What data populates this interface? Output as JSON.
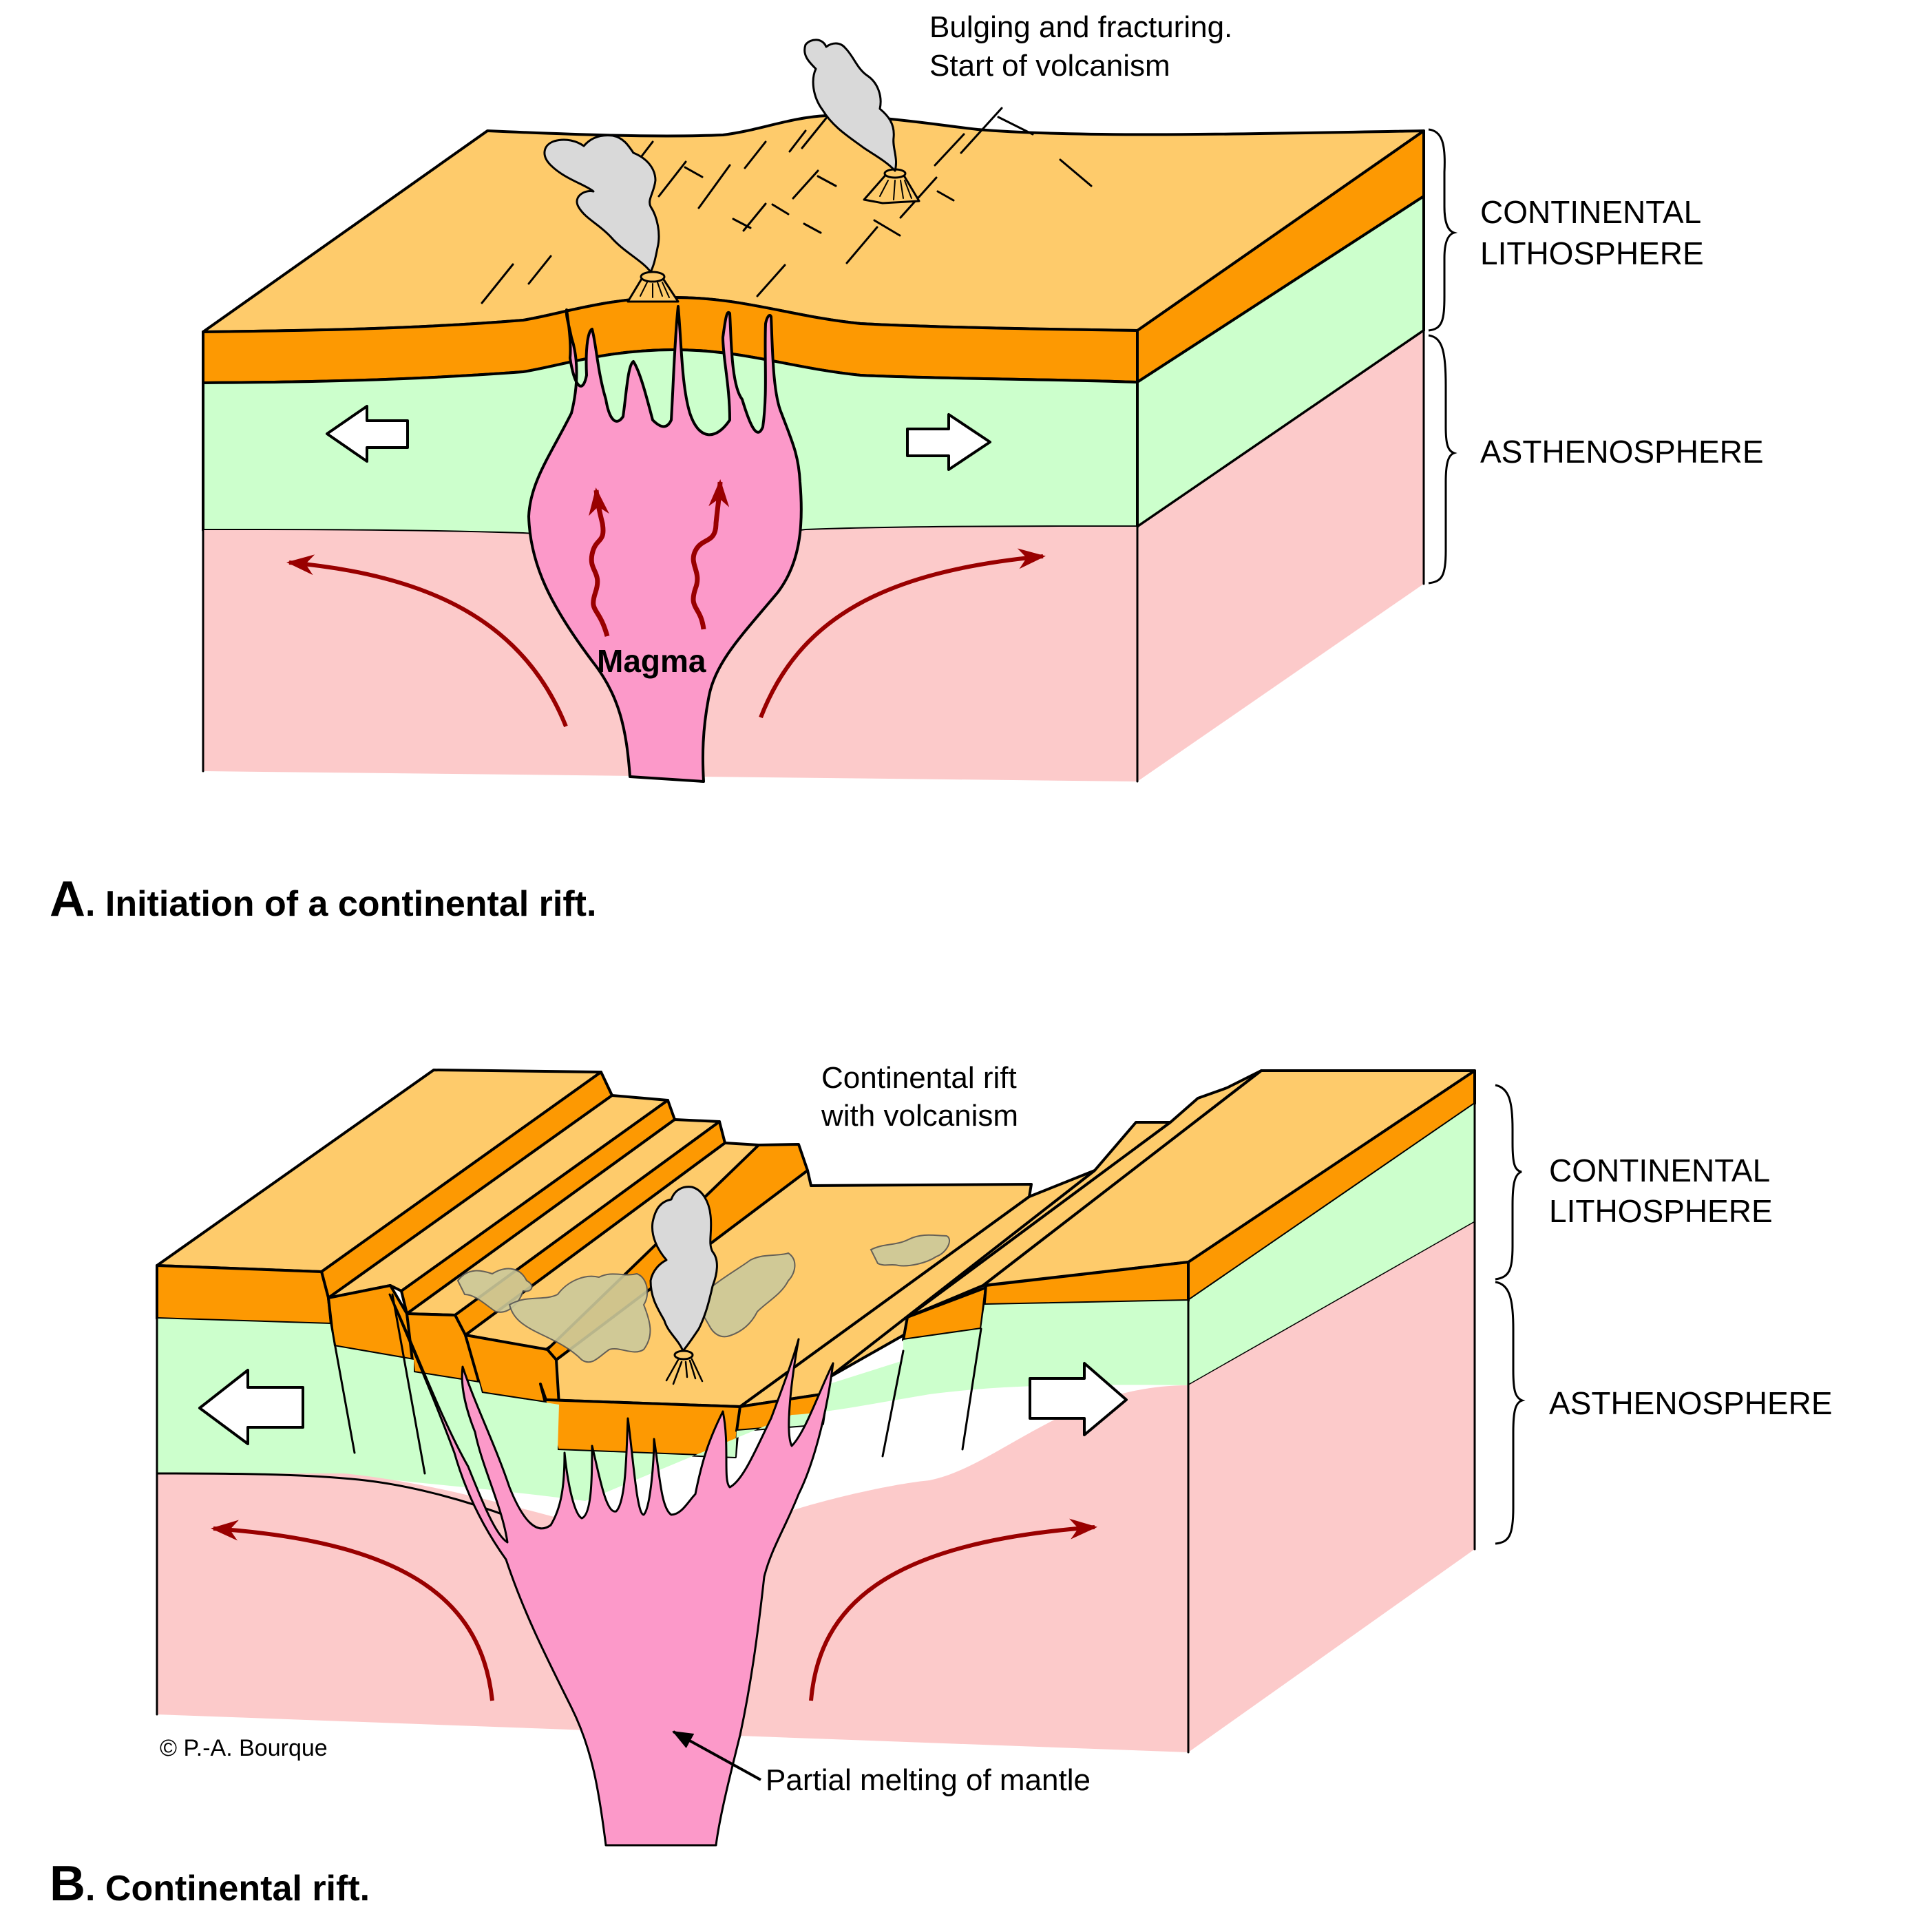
{
  "colors": {
    "upper_crust_top": "#FECB6B",
    "upper_crust_side": "#FD9902",
    "lithosphere_mantle": "#CCFFCC",
    "asthenosphere": "#FCCACA",
    "magma": "#FC99C9",
    "ash_cloud": "#D9D9D9",
    "lava_flow": "#CCC99B",
    "convection_arrow": "#990000",
    "extension_arrow_fill": "#FFFFFF"
  },
  "panel_a": {
    "annotation_line1": "Bulging and fracturing.",
    "annotation_line2": "Start of volcanism",
    "magma_label": "Magma",
    "layer_labels": {
      "lithosphere_line1": "CONTINENTAL",
      "lithosphere_line2": "LITHOSPHERE",
      "asthenosphere": "ASTHENOSPHERE"
    },
    "caption_letter": "A",
    "caption_text": ". Initiation of a continental rift."
  },
  "panel_b": {
    "annotation_line1": "Continental rift",
    "annotation_line2": "with volcanism",
    "pointer_label": "Partial melting of mantle",
    "copyright": "© P.-A. Bourque",
    "layer_labels": {
      "lithosphere_line1": "CONTINENTAL",
      "lithosphere_line2": "LITHOSPHERE",
      "asthenosphere": "ASTHENOSPHERE"
    },
    "caption_letter": "B",
    "caption_text": ". Continental rift."
  }
}
